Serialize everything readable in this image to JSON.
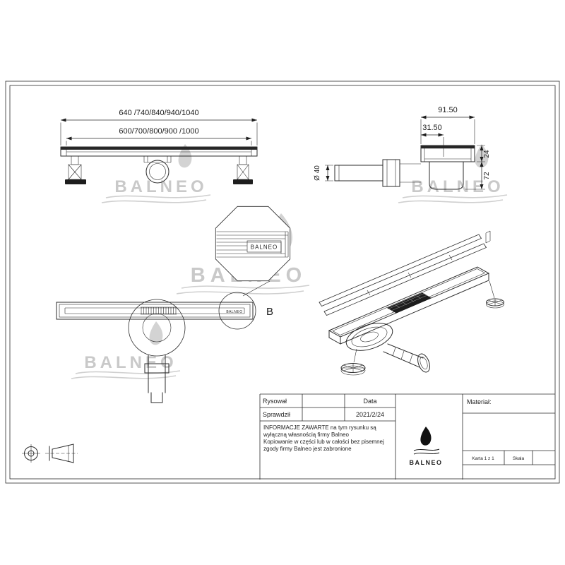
{
  "watermark": {
    "text": "BALNEO"
  },
  "front_view": {
    "dim_total": "640 /740/840/940/1040",
    "dim_inner": "600/700/800/900 /1000"
  },
  "side_view": {
    "dim_width": "91.50",
    "dim_offset": "31.50",
    "dim_flange": "24",
    "dim_total": "72",
    "dim_diameter": "Ø 40"
  },
  "top_view": {
    "grate_brand": "BALNEO",
    "detail_label": "B"
  },
  "detail_view": {
    "brand": "BALNEO"
  },
  "title_block": {
    "drawn_label": "Rysował",
    "checked_label": "Sprawdził",
    "date_label": "Data",
    "date_value": "2021/2/24",
    "material_label": "Materiał:",
    "sheet_label": "Karta 1 z 1",
    "scale_label": "Skala",
    "logo_text": "BALNEO",
    "notice_lines": [
      "INFORMACJE ZAWARTE na tym rysunku są",
      "wyłączną własnością firmy Balneo",
      "Kopiowanie w części lub w całości bez pisemnej",
      "zgody firmy Balneo jest zabronione"
    ]
  }
}
